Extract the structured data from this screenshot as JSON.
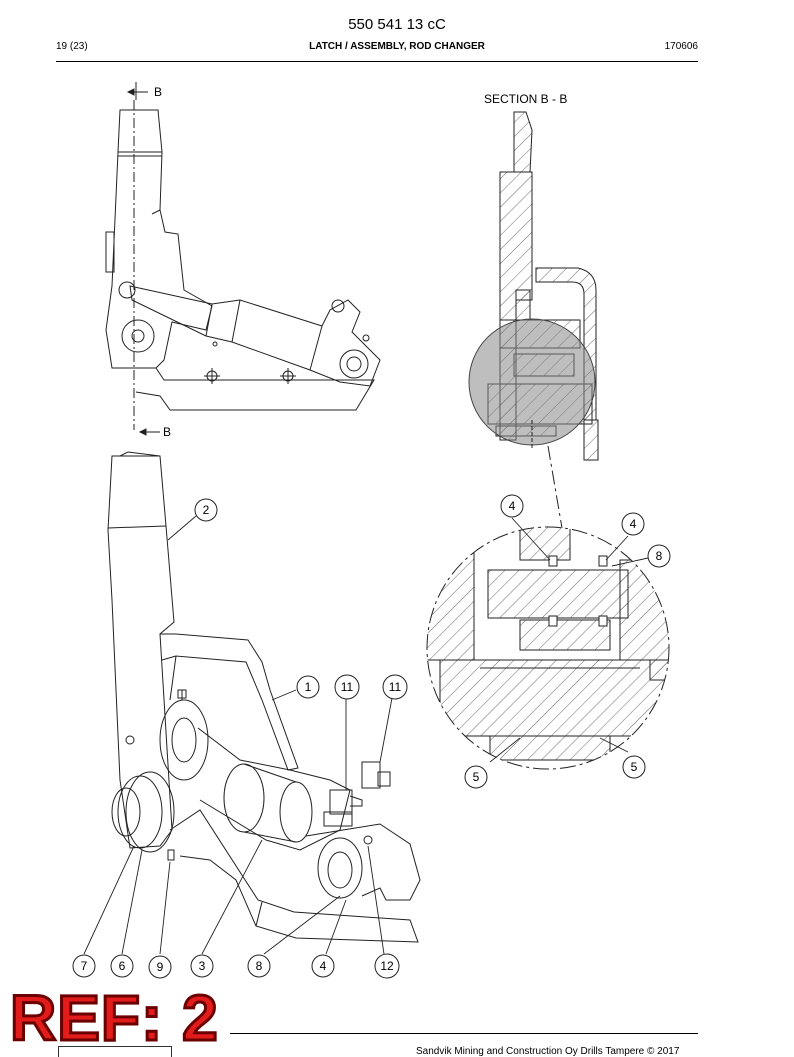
{
  "header": {
    "doc_number": "550 541 13 cC",
    "page": "19 (23)",
    "title": "LATCH / ASSEMBLY, ROD CHANGER",
    "date_code": "170606"
  },
  "section": {
    "marker": "B",
    "title": "SECTION B - B"
  },
  "callouts": {
    "c1": "1",
    "c2": "2",
    "c3": "3",
    "c4a": "4",
    "c4b": "4",
    "c4c": "4",
    "c5a": "5",
    "c5b": "5",
    "c6": "6",
    "c7": "7",
    "c8a": "8",
    "c8b": "8",
    "c9": "9",
    "c11a": "11",
    "c11b": "11",
    "c12": "12"
  },
  "stamp": {
    "text": "REF: 2",
    "color": "#e21b1b"
  },
  "footer": {
    "copyright": "Sandvik Mining and Construction Oy Drills Tampere © 2017"
  }
}
